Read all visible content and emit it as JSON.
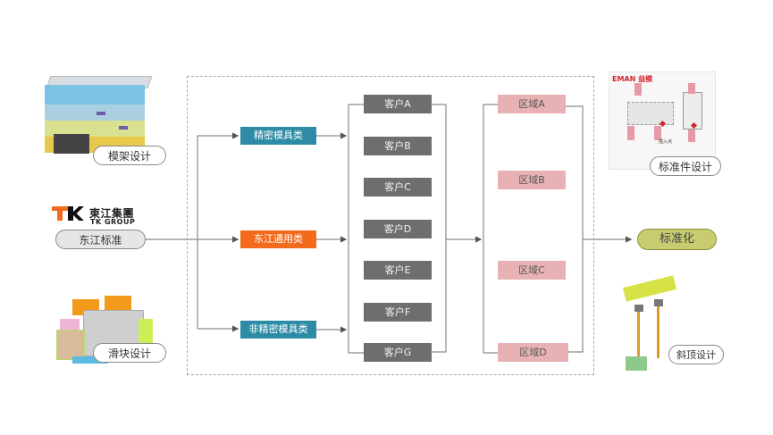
{
  "left": {
    "mold_base_label": "模架设计",
    "standard_label": "东江标准",
    "slider_label": "滑块设计",
    "logo": {
      "cn": "東江集團",
      "en": "TK GROUP",
      "mark": "TK"
    }
  },
  "categories": [
    {
      "label": "精密模具类",
      "color": "#2d8ba6"
    },
    {
      "label": "东江通用类",
      "color": "#f26b1d"
    },
    {
      "label": "非精密模具类",
      "color": "#2d8ba6"
    }
  ],
  "customers": [
    "客户A",
    "客户B",
    "客户C",
    "客户D",
    "客户E",
    "客户F",
    "客户G"
  ],
  "regions": [
    "区域A",
    "区域B",
    "区域C",
    "区域D"
  ],
  "right": {
    "standard_parts_label": "标准件设计",
    "standard_parts_brand": "EMAN 益模",
    "standard_parts_note": "插入点",
    "result_label": "标准化",
    "lifter_label": "斜顶设计"
  },
  "colors": {
    "category_teal": "#2d8ba6",
    "category_orange": "#f26b1d",
    "customer_gray": "#6e6e6e",
    "region_pink": "#e8b2b4",
    "result_olive": "#c7cc70"
  }
}
